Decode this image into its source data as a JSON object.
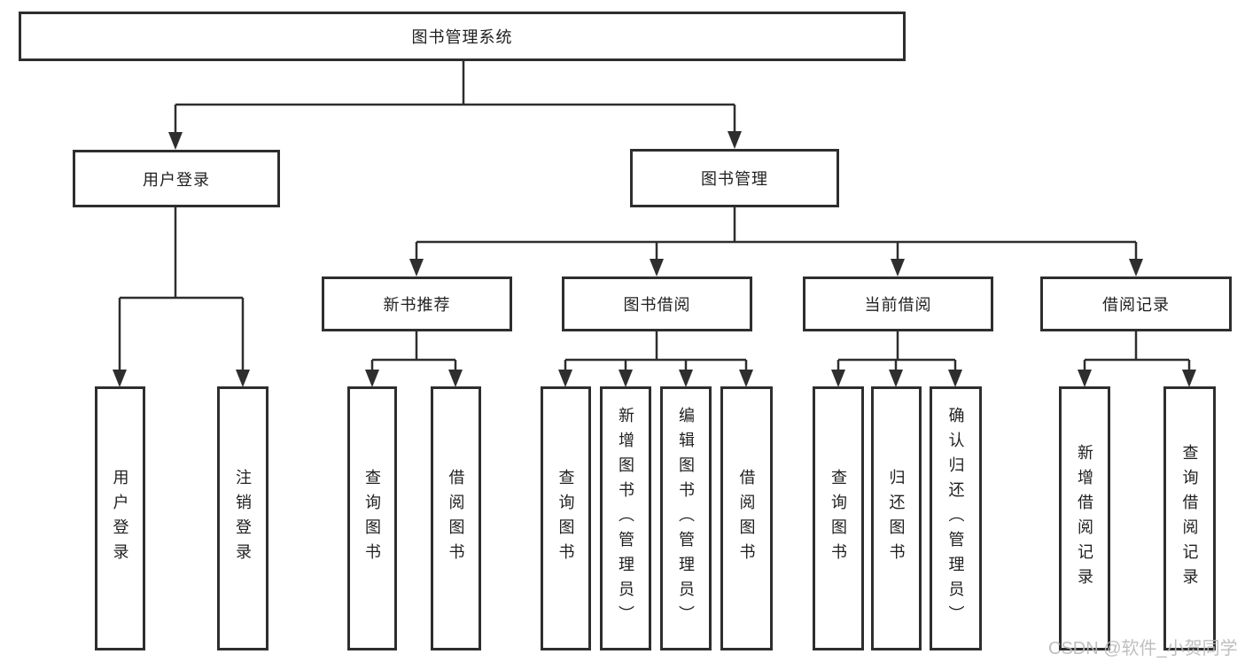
{
  "diagram": {
    "root": {
      "label": "图书管理系统"
    },
    "branches": [
      {
        "label": "用户登录",
        "children": [
          {
            "label": "用户登录"
          },
          {
            "label": "注销登录"
          }
        ]
      },
      {
        "label": "图书管理",
        "children": [
          {
            "label": "新书推荐",
            "children": [
              {
                "label": "查询图书"
              },
              {
                "label": "借阅图书"
              }
            ]
          },
          {
            "label": "图书借阅",
            "children": [
              {
                "label": "查询图书"
              },
              {
                "label": "新增图书（管理员）"
              },
              {
                "label": "编辑图书（管理员）"
              },
              {
                "label": "借阅图书"
              }
            ]
          },
          {
            "label": "当前借阅",
            "children": [
              {
                "label": "查询图书"
              },
              {
                "label": "归还图书"
              },
              {
                "label": "确认归还（管理员）"
              }
            ]
          },
          {
            "label": "借阅记录",
            "children": [
              {
                "label": "新增借阅记录"
              },
              {
                "label": "查询借阅记录"
              }
            ]
          }
        ]
      }
    ]
  },
  "watermark": {
    "text": "CSDN @软件_小贺同学"
  },
  "colors": {
    "line": "#2e2e2e",
    "border": "#2e2e2e",
    "text": "#1f1f1f",
    "watermark": "#b9b9b9",
    "background": "#ffffff"
  }
}
